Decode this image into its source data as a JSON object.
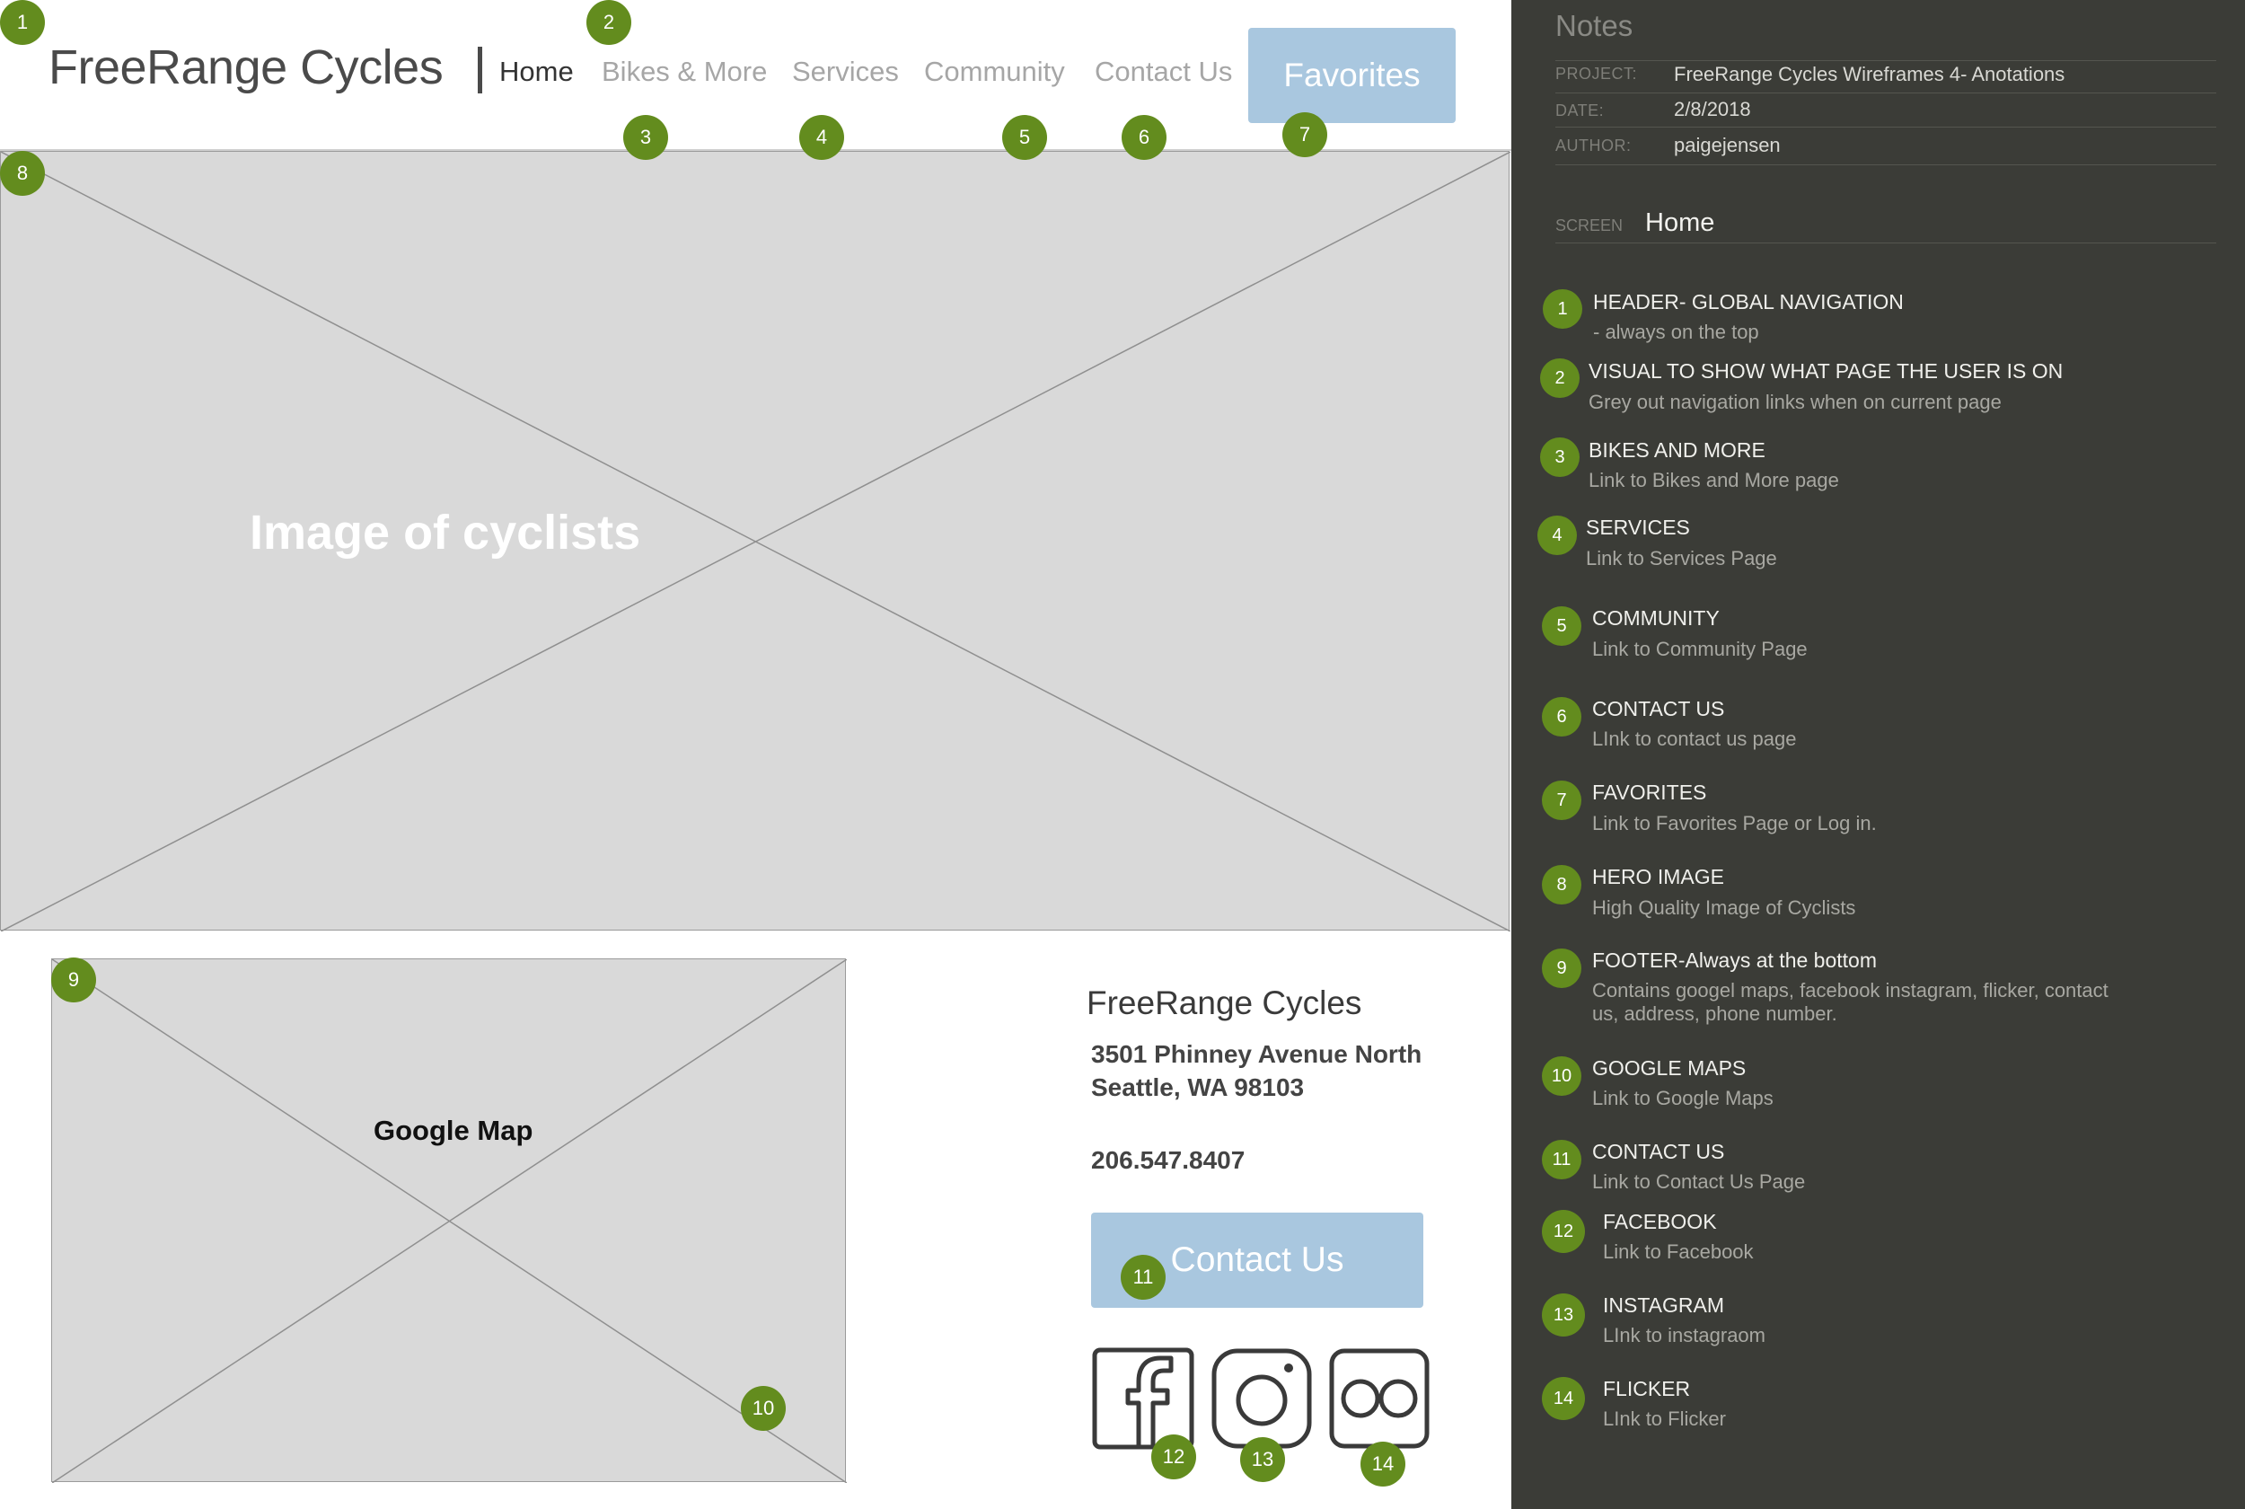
{
  "header": {
    "brand": "FreeRange Cycles",
    "nav": {
      "home": "Home",
      "bikes": "Bikes & More",
      "services": "Services",
      "community": "Community",
      "contact": "Contact Us"
    },
    "favorites_label": "Favorites"
  },
  "hero": {
    "label": "Image of cyclists"
  },
  "footer": {
    "map_label": "Google Map",
    "name": "FreeRange Cycles",
    "address_line1": "3501 Phinney Avenue North",
    "address_line2": "Seattle, WA 98103",
    "phone": "206.547.8407",
    "contact_button": "Contact Us",
    "social": [
      "facebook-icon",
      "instagram-icon",
      "flickr-icon"
    ]
  },
  "markers": [
    "1",
    "2",
    "3",
    "4",
    "5",
    "6",
    "7",
    "8",
    "9",
    "10",
    "11",
    "12",
    "13",
    "14"
  ],
  "notes": {
    "title": "Notes",
    "project_label": "PROJECT:",
    "project": "FreeRange Cycles Wireframes 4- Anotations",
    "date_label": "DATE:",
    "date": "2/8/2018",
    "author_label": "AUTHOR:",
    "author": "paigejensen",
    "screen_label": "SCREEN",
    "screen": "Home",
    "items": [
      {
        "num": "1",
        "title": "HEADER- GLOBAL NAVIGATION",
        "desc": "- always on the top"
      },
      {
        "num": "2",
        "title": "VISUAL TO SHOW WHAT PAGE THE USER IS ON",
        "desc": "Grey out navigation links when on current page"
      },
      {
        "num": "3",
        "title": "BIKES AND MORE",
        "desc": "Link to Bikes and More page"
      },
      {
        "num": "4",
        "title": "SERVICES",
        "desc": "Link to Services Page"
      },
      {
        "num": "5",
        "title": "COMMUNITY",
        "desc": "Link to Community Page"
      },
      {
        "num": "6",
        "title": "CONTACT US",
        "desc": "LInk to contact us page"
      },
      {
        "num": "7",
        "title": "FAVORITES",
        "desc": "Link to Favorites Page or Log in."
      },
      {
        "num": "8",
        "title": "HERO IMAGE",
        "desc": "High Quality Image of Cyclists"
      },
      {
        "num": "9",
        "title": "FOOTER-Always at the bottom",
        "desc": "Contains googel maps, facebook instagram, flicker, contact us, address, phone number."
      },
      {
        "num": "10",
        "title": "GOOGLE MAPS",
        "desc": "Link to Google Maps"
      },
      {
        "num": "11",
        "title": "CONTACT US",
        "desc": "Link to Contact Us Page"
      },
      {
        "num": "12",
        "title": "FACEBOOK",
        "desc": "Link to Facebook"
      },
      {
        "num": "13",
        "title": "INSTAGRAM",
        "desc": "LInk to instagraom"
      },
      {
        "num": "14",
        "title": "FLICKER",
        "desc": "LInk to Flicker"
      }
    ]
  }
}
